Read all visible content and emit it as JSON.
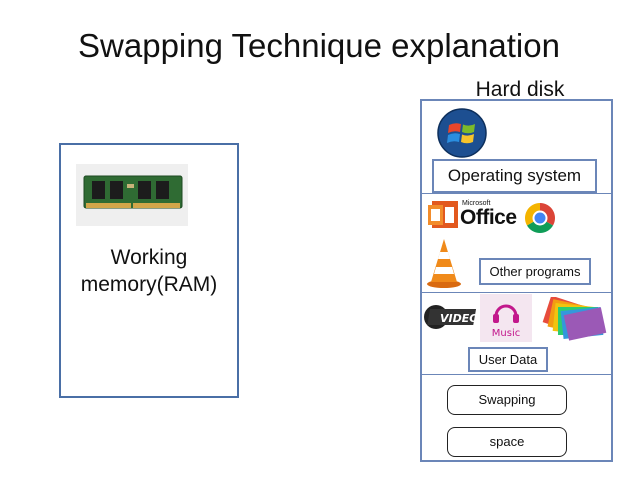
{
  "title": "Swapping Technique explanation",
  "ram": {
    "label_line1": "Working",
    "label_line2": "memory(RAM)"
  },
  "disk": {
    "title": "Hard disk",
    "os_label": "Operating system",
    "other_label": "Other programs",
    "user_label": "User Data",
    "swap_line1": "Swapping",
    "swap_line2": "space",
    "office_small": "Microsoft",
    "office_word": "Office",
    "videos_text": "VIDEOS",
    "music_text": "Music"
  },
  "colors": {
    "box_border": "#4a6fa6",
    "disk_border": "#6b86b8",
    "office_orange": "#e2581e",
    "vlc_orange": "#f08a1a",
    "music_pink": "#c2188c"
  }
}
